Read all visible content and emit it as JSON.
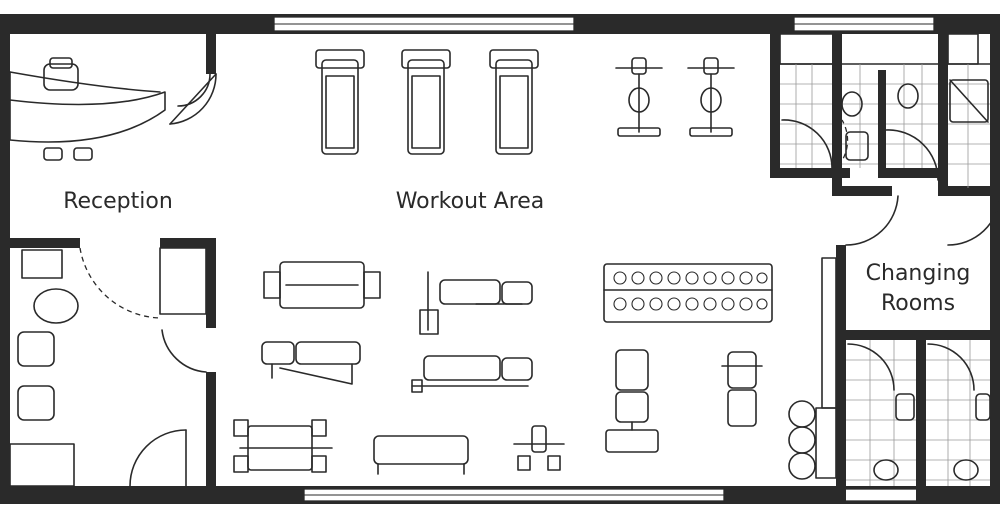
{
  "rooms": {
    "reception": "Reception",
    "workout_area": "Workout Area",
    "changing_rooms_line1": "Changing",
    "changing_rooms_line2": "Rooms"
  }
}
